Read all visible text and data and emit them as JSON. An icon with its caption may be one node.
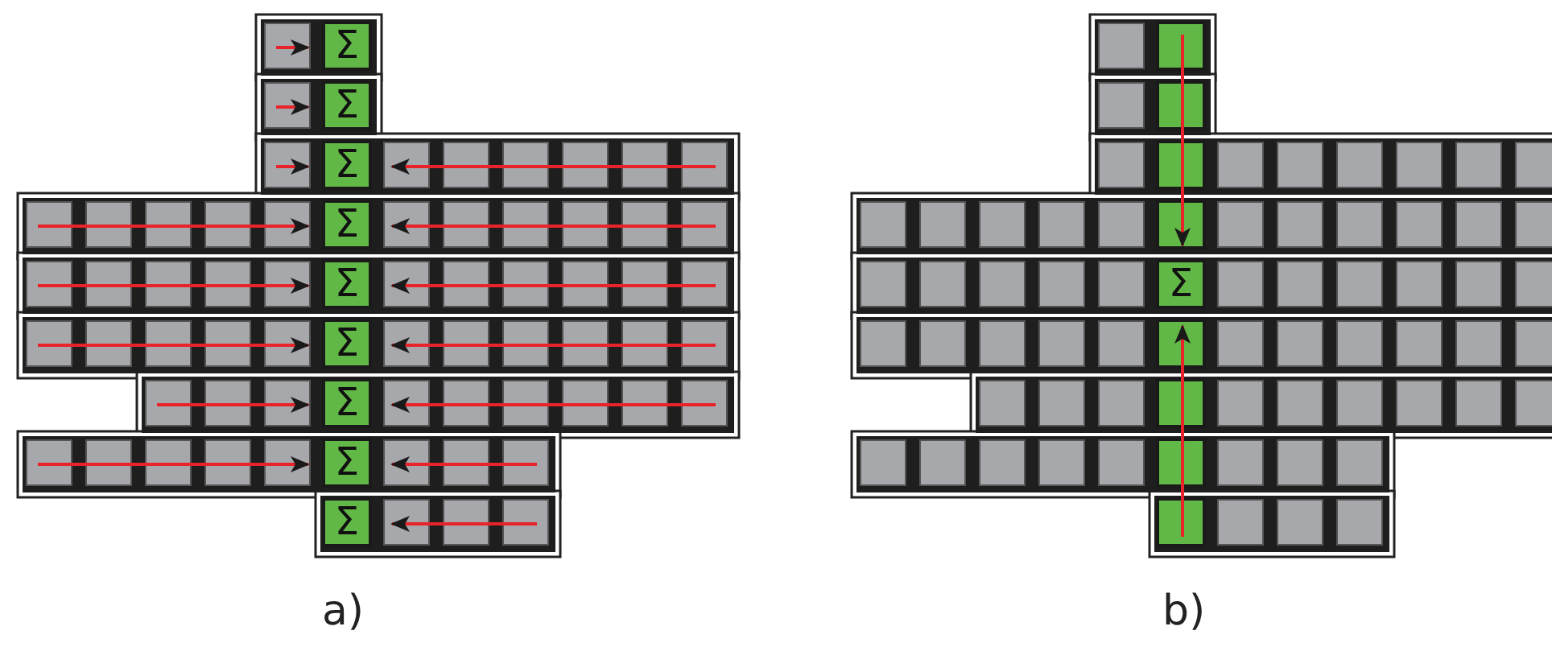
{
  "diagram": {
    "labels": [
      "Σ",
      "Σ",
      "Σ",
      "Σ",
      "Σ",
      "Σ",
      "Σ",
      "Σ",
      "Σ",
      "Σ",
      "a)",
      "b)"
    ]
  }
}
